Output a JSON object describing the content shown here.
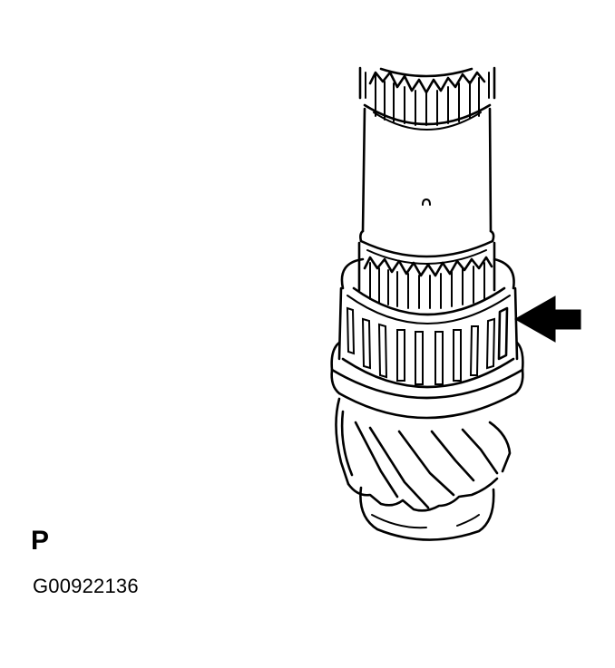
{
  "figure": {
    "view_label": "P",
    "figure_id": "G00922136",
    "subject": "shaft-with-needle-roller-bearing-and-helical-gear",
    "callout": {
      "type": "arrow",
      "direction": "left",
      "points_to": "needle-roller-bearing",
      "color": "#000000"
    },
    "colors": {
      "background": "#ffffff",
      "line": "#000000"
    }
  }
}
